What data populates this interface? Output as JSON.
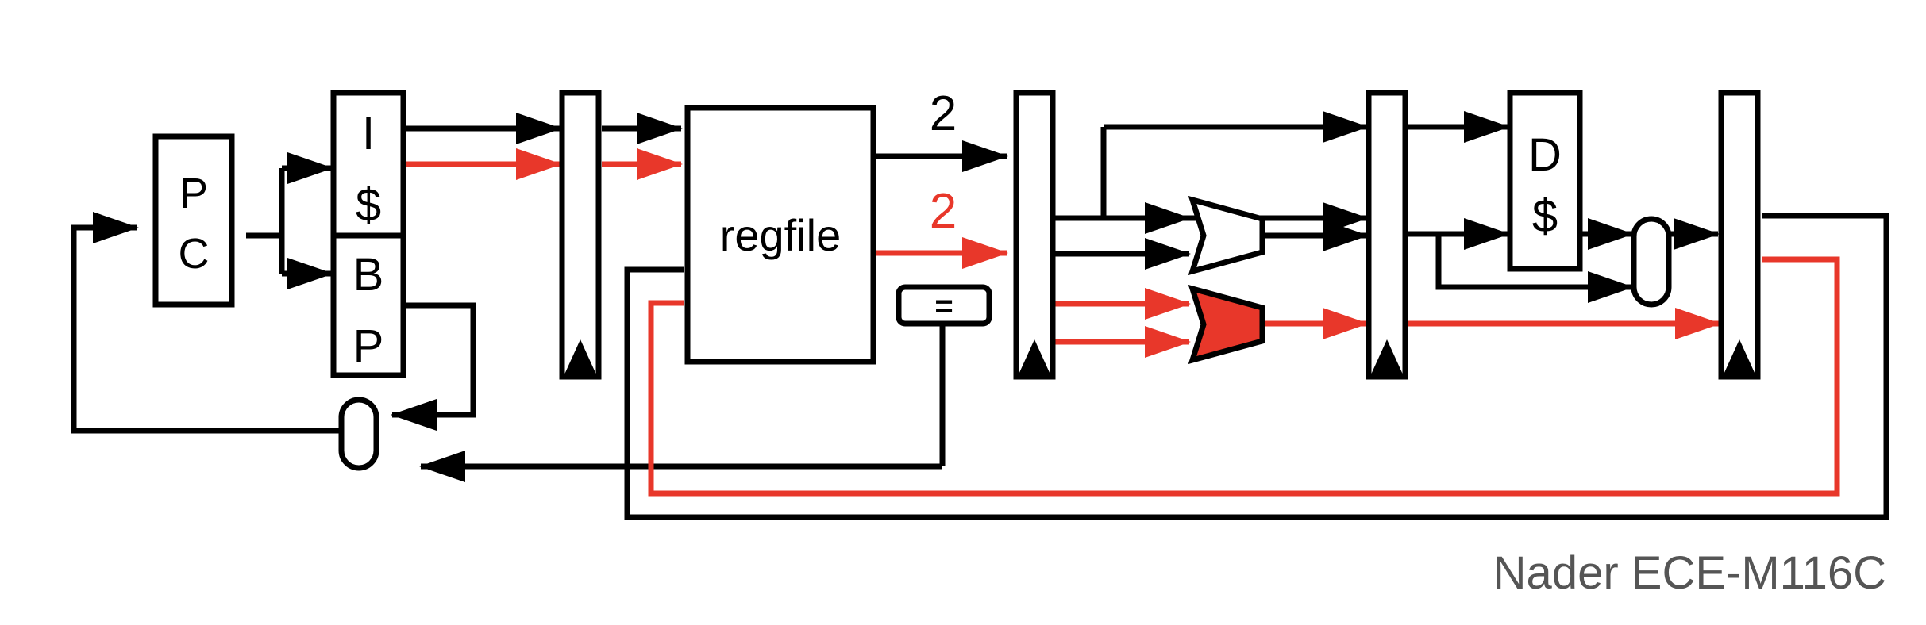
{
  "colors": {
    "black": "#000000",
    "red": "#e8372a",
    "footer": "#555555"
  },
  "blocks": {
    "pc": [
      "P",
      "C"
    ],
    "icache": [
      "I",
      "$"
    ],
    "branch_predictor": [
      "B",
      "P"
    ],
    "regfile": "regfile",
    "comparator": "=",
    "dcache": [
      "D",
      "$"
    ]
  },
  "bus_width": {
    "black": "2",
    "red": "2"
  },
  "footer": "Nader ECE-M116C"
}
